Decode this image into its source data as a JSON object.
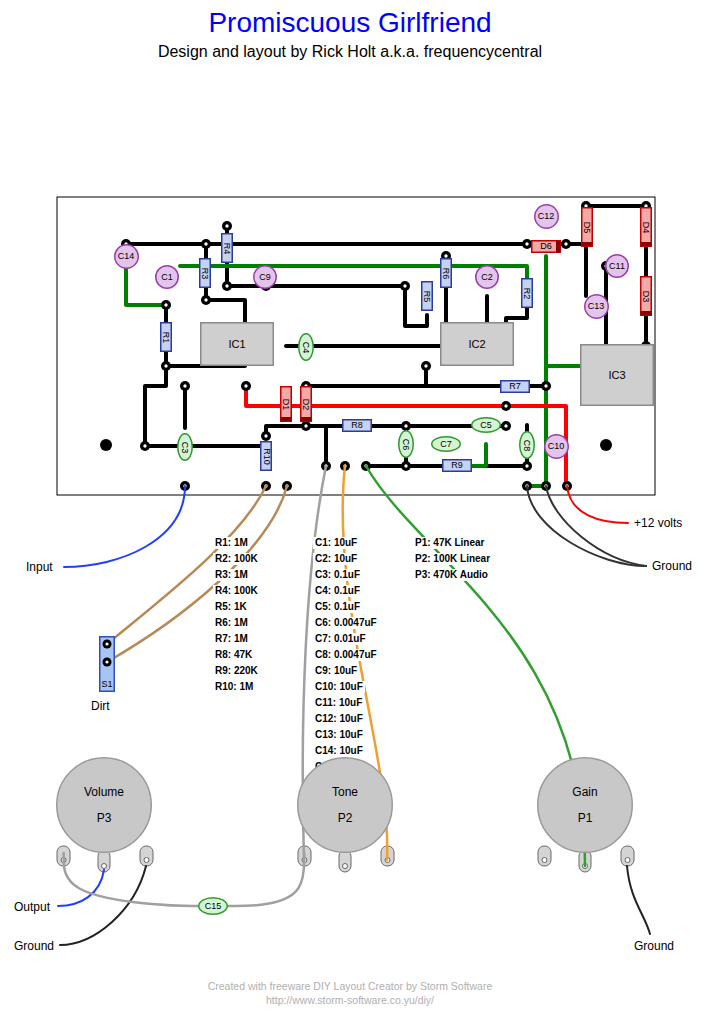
{
  "diagram": {
    "title": "Promiscuous Girlfriend",
    "nodes": [
      {
        "text": [
          "C14"
        ]
      },
      {
        "text": [
          "C12"
        ]
      },
      {
        "text": [
          "D5"
        ]
      },
      {
        "text": [
          "D4"
        ]
      },
      {
        "text": [
          "R4"
        ]
      },
      {
        "text": [
          "D6"
        ]
      },
      {
        "text": [
          "C1"
        ]
      },
      {
        "text": [
          "R3"
        ]
      },
      {
        "text": [
          "C9"
        ]
      },
      {
        "text": [
          "R6"
        ]
      },
      {
        "text": [
          "C2"
        ]
      },
      {
        "text": [
          "C11"
        ]
      },
      {
        "text": [
          "R5"
        ]
      },
      {
        "text": [
          "R2"
        ]
      },
      {
        "text": [
          "C13"
        ]
      },
      {
        "text": [
          "D3"
        ]
      },
      {
        "text": [
          "R1"
        ]
      },
      {
        "text": [
          "IC1"
        ]
      },
      {
        "text": [
          "C4"
        ]
      },
      {
        "text": [
          "IC2"
        ]
      },
      {
        "text": [
          "IC3"
        ]
      },
      {
        "text": [
          "R7"
        ]
      },
      {
        "text": [
          "D1"
        ]
      },
      {
        "text": [
          "D2"
        ]
      },
      {
        "text": [
          "R8"
        ]
      },
      {
        "text": [
          "C5"
        ]
      },
      {
        "text": [
          "C6"
        ]
      },
      {
        "text": [
          "C7"
        ]
      },
      {
        "text": [
          "C8"
        ]
      },
      {
        "text": [
          "C10"
        ]
      },
      {
        "text": [
          "C3"
        ]
      },
      {
        "text": [
          "R10"
        ]
      },
      {
        "text": [
          "R9"
        ]
      },
      {
        "text": [
          "S1"
        ]
      },
      {
        "text": [
          "Volume",
          "P3"
        ]
      },
      {
        "text": [
          "Tone",
          "P2"
        ]
      },
      {
        "text": [
          "Gain",
          "P1"
        ]
      },
      {
        "text": [
          "C15"
        ]
      }
    ],
    "edges": [
      {
        "from": 34,
        "to": 37,
        "arrow": "none"
      },
      {
        "from": 37,
        "to": 35,
        "arrow": "none"
      }
    ],
    "labels": [
      "Design and layout by Rick Holt a.k.a. frequencycentral",
      "R1: 1M",
      "R2: 100K",
      "R3: 1M",
      "R4: 100K",
      "R5: 1K",
      "R6: 1M",
      "R7: 1M",
      "R8: 47K",
      "R9: 220K",
      "R10: 1M",
      "C1: 10uF",
      "C2: 10uF",
      "C3: 0.1uF",
      "C4: 0.1uF",
      "C5: 0.1uF",
      "C6: 0.0047uF",
      "C7: 0.01uF",
      "C8: 0.0047uF",
      "C9: 10uF",
      "C10: 10uF",
      "C11: 10uF",
      "C12: 10uF",
      "C13: 10uF",
      "C14: 10uF",
      "C15: 0.1uF",
      "P1: 47K Linear",
      "P2: 100K Linear",
      "P3: 470K Audio",
      "Input",
      "Ground",
      "+12 volts",
      "Dirt",
      "Output",
      "Ground",
      "Ground",
      "Created with freeware DIY Layout Creator by Storm Software",
      "http://www.storm-software.co.yu/diy/"
    ]
  }
}
